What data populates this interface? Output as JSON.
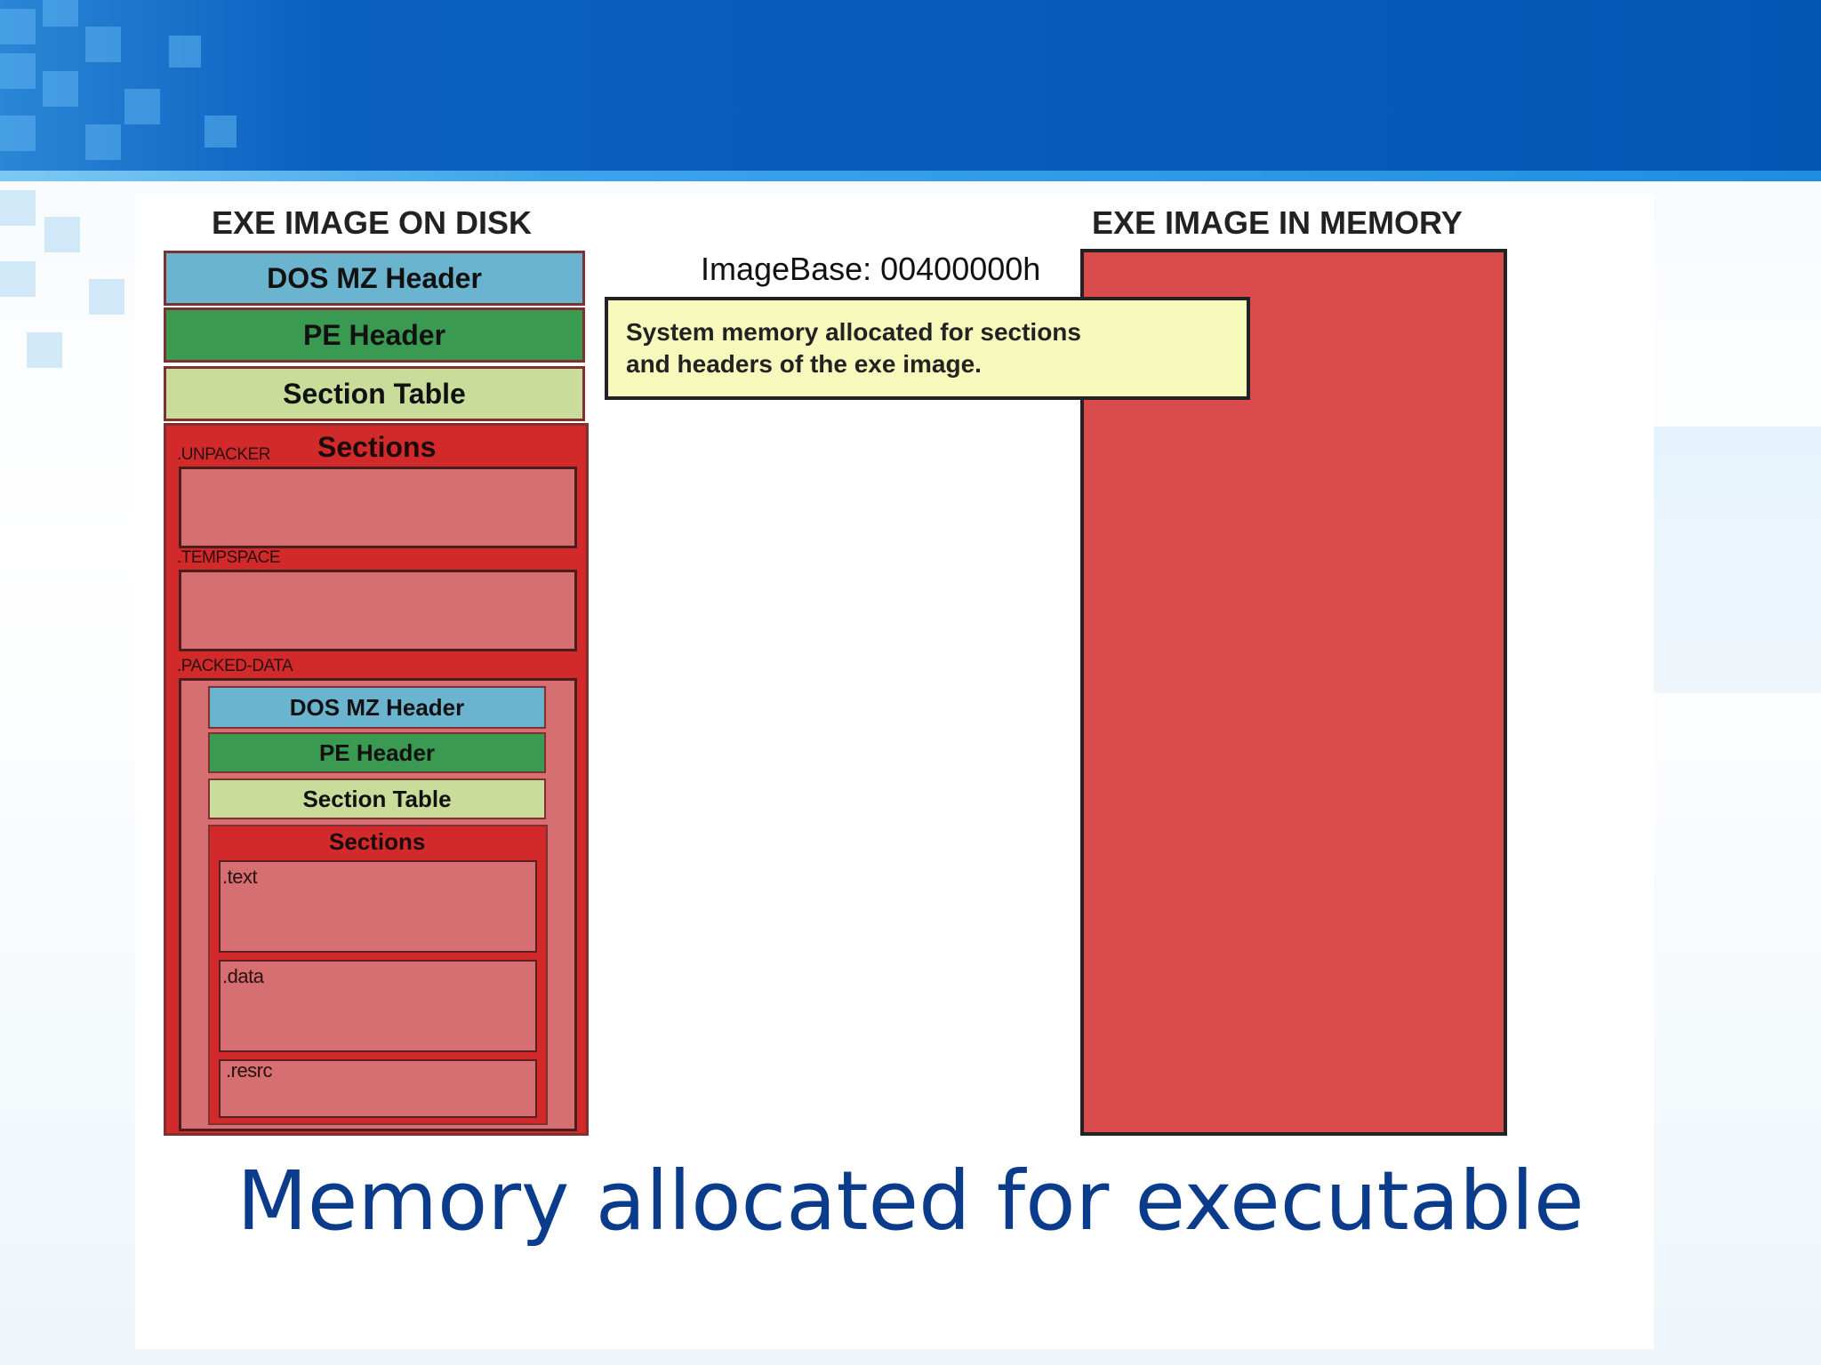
{
  "disk": {
    "title": "EXE IMAGE ON DISK",
    "dos_header": "DOS MZ Header",
    "pe_header": "PE Header",
    "section_table": "Section Table",
    "sections_label": "Sections",
    "unpacker": ".UNPACKER",
    "tempspace": ".TEMPSPACE",
    "packed_data": ".PACKED-DATA",
    "packed": {
      "dos_header": "DOS MZ Header",
      "pe_header": "PE Header",
      "section_table": "Section Table",
      "sections_label": "Sections",
      "text": ".text",
      "data": ".data",
      "resrc": ".resrc"
    }
  },
  "memory": {
    "title": "EXE IMAGE IN MEMORY",
    "image_base": "ImageBase: 00400000h",
    "note_line1": "System memory allocated for sections",
    "note_line2": "and headers of the exe image."
  },
  "caption": "Memory allocated for executable",
  "colors": {
    "banner": "#0556b3",
    "section_red": "#d22a2a",
    "memory_red": "#d94b4b",
    "dos_header": "#6bb4cf",
    "pe_header": "#3a9a52",
    "section_table": "#c9dc9a",
    "note_bg": "#f7f8bc",
    "caption": "#0b3c8c"
  }
}
